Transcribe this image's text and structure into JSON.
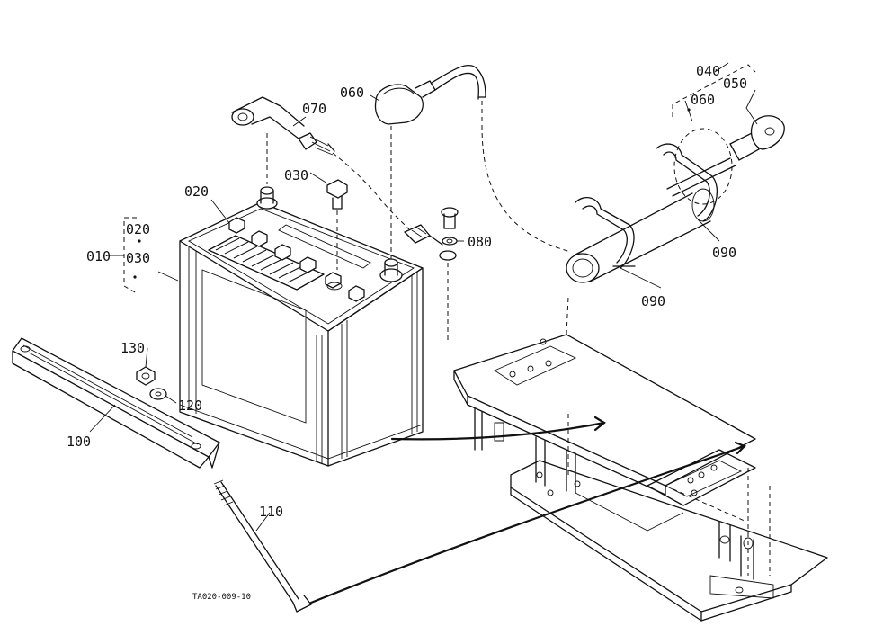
{
  "labels": {
    "l010": "010",
    "l020a": "020",
    "l020b": "020",
    "l030a": "030",
    "l030b": "030",
    "l040": "040",
    "l050": "050",
    "l060a": "060",
    "l060b": "060",
    "l070": "070",
    "l080": "080",
    "l090a": "090",
    "l090b": "090",
    "l100": "100",
    "l110": "110",
    "l120": "120",
    "l130": "130"
  },
  "drawing_code": "TA020-009-10"
}
